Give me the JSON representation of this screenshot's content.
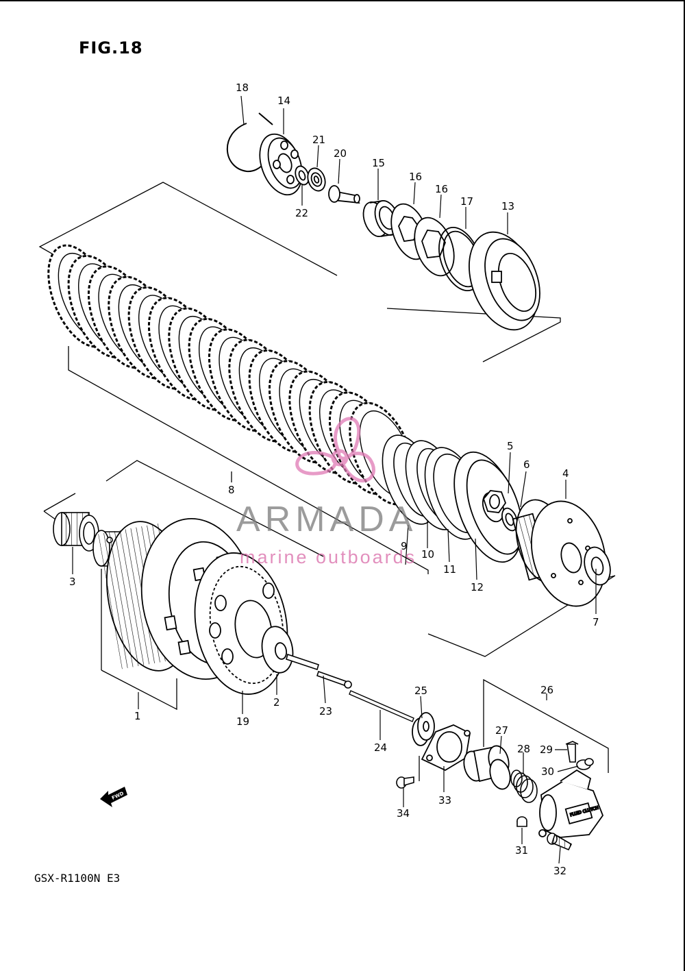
{
  "figure_title": "FIG.18",
  "model_code": "GSX-R1100N E3",
  "watermark": {
    "name": "ARMADA",
    "tagline": "marine outboards",
    "logo_color": "#e07ab5"
  },
  "fwd_label": "FWD",
  "sticker_text": "FLUID CLUTCH",
  "callouts": {
    "n1": "1",
    "n2": "2",
    "n3": "3",
    "n4": "4",
    "n5": "5",
    "n6": "6",
    "n7": "7",
    "n8": "8",
    "n9": "9",
    "n10": "10",
    "n11": "11",
    "n12": "12",
    "n13": "13",
    "n14": "14",
    "n15": "15",
    "n16a": "16",
    "n16b": "16",
    "n17": "17",
    "n18": "18",
    "n19": "19",
    "n20": "20",
    "n21": "21",
    "n22": "22",
    "n23": "23",
    "n24": "24",
    "n25": "25",
    "n26": "26",
    "n27": "27",
    "n28": "28",
    "n29": "29",
    "n30": "30",
    "n31": "31",
    "n32": "32",
    "n33": "33",
    "n34": "34"
  }
}
